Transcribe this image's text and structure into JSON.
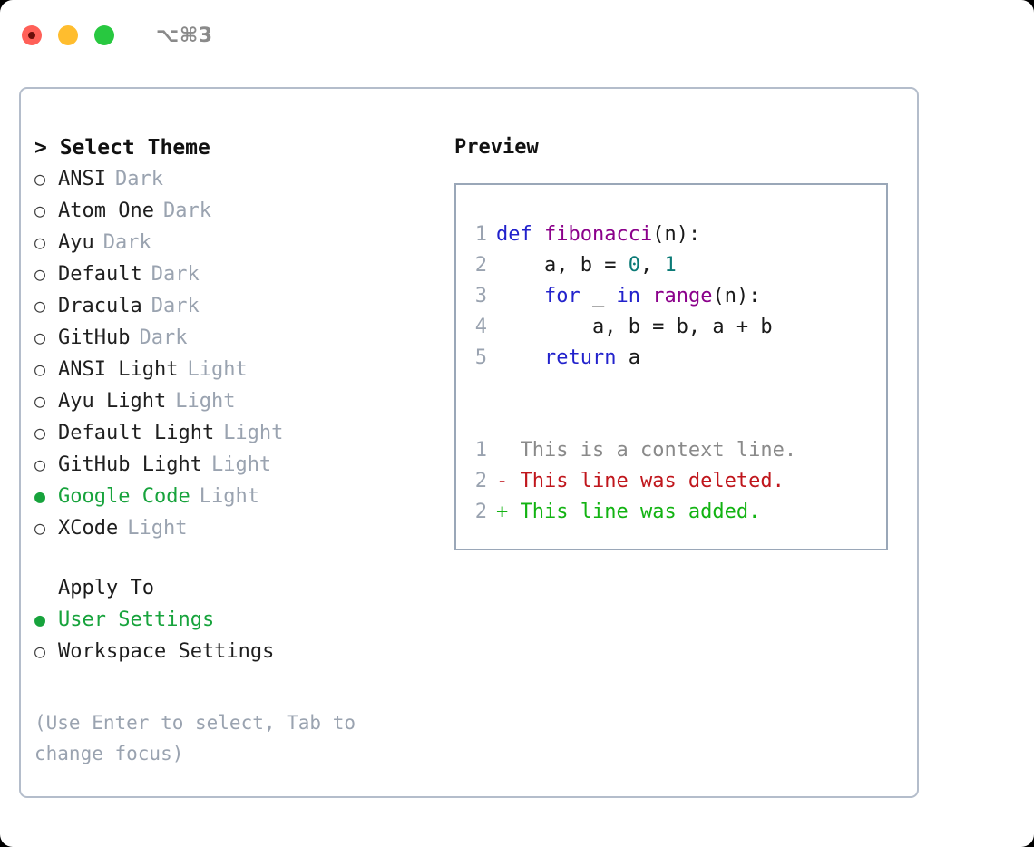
{
  "titlebar": {
    "shortcut": "⌥⌘3",
    "lights": [
      {
        "name": "close",
        "color": "#ff6058"
      },
      {
        "name": "minimize",
        "color": "#ffbd2e"
      },
      {
        "name": "zoom",
        "color": "#28c840"
      }
    ]
  },
  "theme_picker": {
    "header": "> Select Theme",
    "bullet_on": "●",
    "bullet_off": "○",
    "selected_color": "#17a33c",
    "tag_color": "#9aa3b0",
    "items": [
      {
        "label": "ANSI",
        "tag": "Dark",
        "selected": false
      },
      {
        "label": "Atom One",
        "tag": "Dark",
        "selected": false
      },
      {
        "label": "Ayu",
        "tag": "Dark",
        "selected": false
      },
      {
        "label": "Default",
        "tag": "Dark",
        "selected": false
      },
      {
        "label": "Dracula",
        "tag": "Dark",
        "selected": false
      },
      {
        "label": "GitHub",
        "tag": "Dark",
        "selected": false
      },
      {
        "label": "ANSI Light",
        "tag": "Light",
        "selected": false
      },
      {
        "label": "Ayu Light",
        "tag": "Light",
        "selected": false
      },
      {
        "label": "Default Light",
        "tag": "Light",
        "selected": false
      },
      {
        "label": "GitHub Light",
        "tag": "Light",
        "selected": false
      },
      {
        "label": "Google Code",
        "tag": "Light",
        "selected": true
      },
      {
        "label": "XCode",
        "tag": "Light",
        "selected": false
      }
    ]
  },
  "apply_to": {
    "header": "Apply To",
    "items": [
      {
        "label": "User Settings",
        "selected": true
      },
      {
        "label": "Workspace Settings",
        "selected": false
      }
    ]
  },
  "hint": "(Use Enter to select, Tab to change focus)",
  "preview": {
    "title": "Preview",
    "code_lines": [
      {
        "lineno": "1",
        "tokens": [
          {
            "t": "def",
            "c": "kw"
          },
          {
            "t": " ",
            "c": "pun"
          },
          {
            "t": "fibonacci",
            "c": "fn"
          },
          {
            "t": "(",
            "c": "pun"
          },
          {
            "t": "n",
            "c": "var"
          },
          {
            "t": "):",
            "c": "pun"
          }
        ]
      },
      {
        "lineno": "2",
        "tokens": [
          {
            "t": "    a, b = ",
            "c": "var"
          },
          {
            "t": "0",
            "c": "num"
          },
          {
            "t": ", ",
            "c": "pun"
          },
          {
            "t": "1",
            "c": "num"
          }
        ]
      },
      {
        "lineno": "3",
        "tokens": [
          {
            "t": "    ",
            "c": "pun"
          },
          {
            "t": "for",
            "c": "kw"
          },
          {
            "t": " _ ",
            "c": "var"
          },
          {
            "t": "in",
            "c": "kw"
          },
          {
            "t": " ",
            "c": "pun"
          },
          {
            "t": "range",
            "c": "fn"
          },
          {
            "t": "(",
            "c": "pun"
          },
          {
            "t": "n",
            "c": "var"
          },
          {
            "t": "):",
            "c": "pun"
          }
        ]
      },
      {
        "lineno": "4",
        "tokens": [
          {
            "t": "        a, b = b, a + b",
            "c": "var"
          }
        ]
      },
      {
        "lineno": "5",
        "tokens": [
          {
            "t": "    ",
            "c": "pun"
          },
          {
            "t": "return",
            "c": "kw"
          },
          {
            "t": " a",
            "c": "var"
          }
        ]
      }
    ],
    "diff_lines": [
      {
        "lineno": "1",
        "marker": " ",
        "text": "This is a context line.",
        "kind": "ctx"
      },
      {
        "lineno": "2",
        "marker": "-",
        "text": "This line was deleted.",
        "kind": "del"
      },
      {
        "lineno": "2",
        "marker": "+",
        "text": "This line was added.",
        "kind": "add"
      }
    ],
    "diff_colors": {
      "context": "#8a8a8a",
      "deleted": "#c0161c",
      "added": "#12b312"
    }
  }
}
